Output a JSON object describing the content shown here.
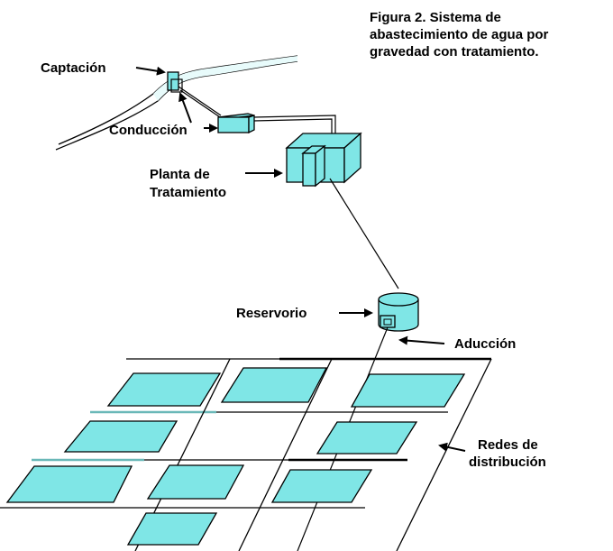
{
  "figure": {
    "title_lines": [
      "Figura 2. Sistema de",
      "abastecimiento de agua por",
      "gravedad con tratamiento."
    ]
  },
  "labels": {
    "captacion": "Captación",
    "conduccion": "Conducción",
    "planta_line1": "Planta de",
    "planta_line2": "Tratamiento",
    "reservorio": "Reservorio",
    "aduccion": "Aducción",
    "redes_line1": "Redes de",
    "redes_line2": "distribución"
  },
  "colors": {
    "water_fill": "#7fe6e6",
    "outline": "#000000",
    "background": "#ffffff"
  }
}
